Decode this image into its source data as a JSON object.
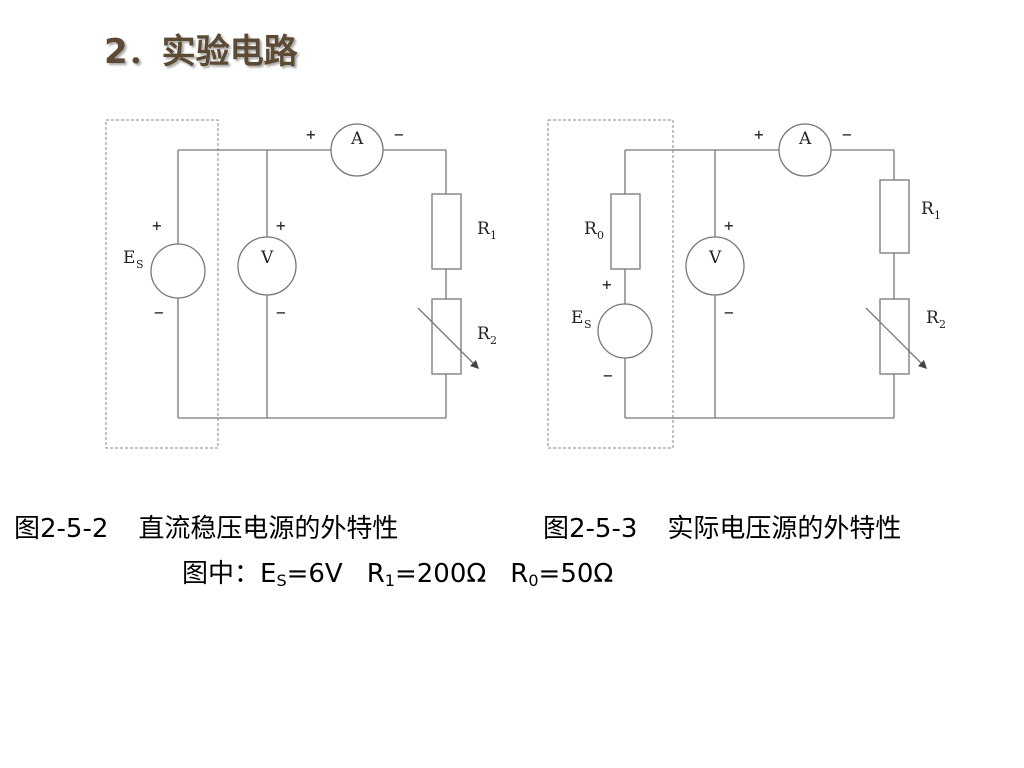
{
  "title": "2．实验电路",
  "circuit_a": {
    "source_main": "E",
    "source_sub": "S",
    "voltmeter": "V",
    "ammeter": "A",
    "r1_main": "R",
    "r1_sub": "1",
    "r2_main": "R",
    "r2_sub": "2",
    "plus": "+",
    "minus": "−"
  },
  "circuit_b": {
    "source_main": "E",
    "source_sub": "S",
    "voltmeter": "V",
    "ammeter": "A",
    "r0_main": "R",
    "r0_sub": "0",
    "r1_main": "R",
    "r1_sub": "1",
    "r2_main": "R",
    "r2_sub": "2",
    "plus": "+",
    "minus": "−"
  },
  "captions": {
    "fig_left": "图2-5-2",
    "fig_left_desc": "直流稳压电源的外特性",
    "fig_right": "图2-5-3",
    "fig_right_desc": "实际电压源的外特性",
    "params_prefix": "图中：E",
    "params_es_sub": "S",
    "params_es_val": "=6V",
    "params_r1": "R",
    "params_r1_sub": "1",
    "params_r1_val": "=200Ω",
    "params_r0": "R",
    "params_r0_sub": "0",
    "params_r0_val": "=50Ω"
  }
}
